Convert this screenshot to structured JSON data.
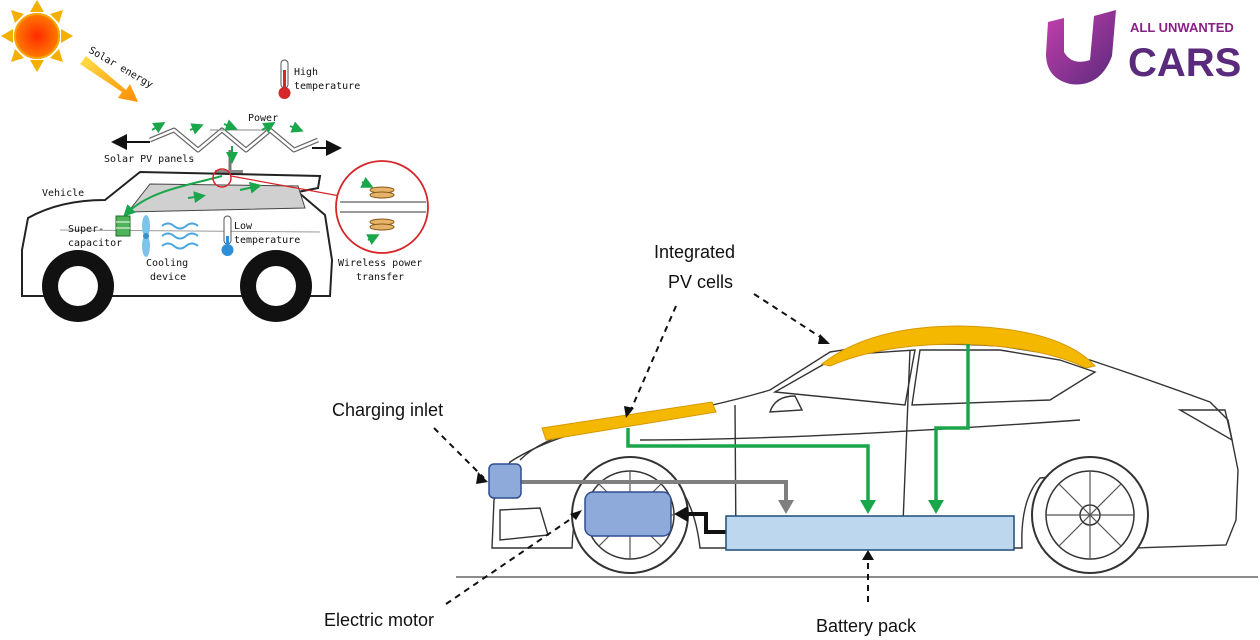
{
  "logo": {
    "line1": "ALL UNWANTED",
    "line2": "CARS",
    "colors": {
      "primary": "#5a2a7c",
      "accent": "#c63fae"
    }
  },
  "left_diagram": {
    "solar_energy": "Solar energy",
    "high_temperature": [
      "High",
      "temperature"
    ],
    "power": "Power",
    "solar_pv_panels": "Solar PV panels",
    "vehicle": "Vehicle",
    "supercapacitor": [
      "Super-",
      "capacitor"
    ],
    "cooling_device": [
      "Cooling",
      "device"
    ],
    "low_temperature": [
      "Low",
      "temperature"
    ],
    "wireless_power_transfer": [
      "Wireless power",
      "transfer"
    ]
  },
  "right_diagram": {
    "integrated_pv_cells": [
      "Integrated",
      "PV cells"
    ],
    "charging_inlet": "Charging inlet",
    "electric_motor": "Electric motor",
    "battery_pack": "Battery pack"
  },
  "colors": {
    "pv": "#f5b800",
    "energy_flow": "#1aa64a",
    "charge_flow": "#808080",
    "battery": "#bcd7ee",
    "motor": "#8eaadb",
    "sun": "#f4a300",
    "link_red": "#d7262a"
  }
}
